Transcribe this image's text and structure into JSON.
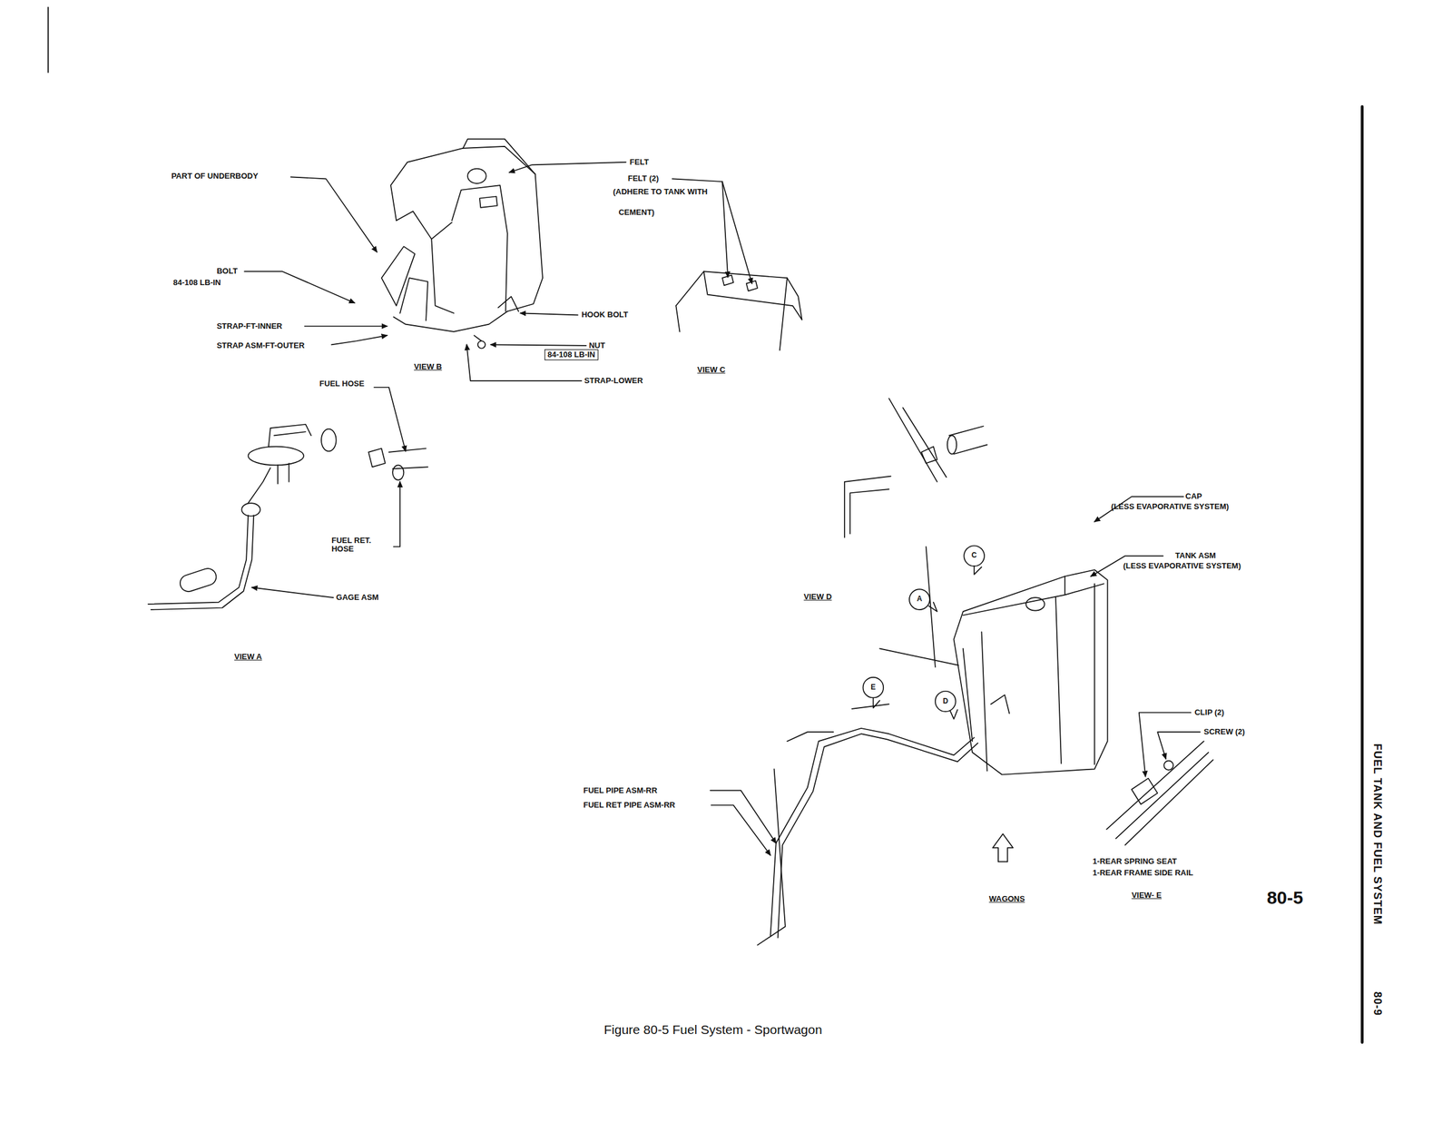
{
  "diagram": {
    "caption": "Figure 80-5 Fuel System - Sportwagon",
    "nodes": [
      {
        "text": [
          "84-108 LB-IN"
        ]
      }
    ],
    "labels": [
      "PART OF UNDERBODY",
      "BOLT",
      "84-108 LB-IN",
      "STRAP-FT-INNER",
      "STRAP ASM-FT-OUTER",
      "VIEW B",
      "FELT",
      "FELT (2)",
      "(ADHERE TO TANK WITH",
      "CEMENT)",
      "HOOK BOLT",
      "NUT",
      "STRAP-LOWER",
      "VIEW C",
      "FUEL HOSE",
      "FUEL RET. HOSE",
      "GAGE ASM",
      "VIEW A",
      "VIEW D",
      "CAP",
      "(LESS EVAPORATIVE SYSTEM)",
      "TANK ASM",
      "(LESS EVAPORATIVE SYSTEM)",
      "CLIP (2)",
      "SCREW (2)",
      "FUEL PIPE ASM-RR",
      "FUEL RET PIPE ASM-RR",
      "1-REAR SPRING SEAT",
      "1-REAR FRAME SIDE RAIL",
      "WAGONS",
      "VIEW- E",
      "80-5",
      "FUEL TANK AND FUEL SYSTEM",
      "80-9",
      "A",
      "C",
      "E",
      "D"
    ]
  }
}
